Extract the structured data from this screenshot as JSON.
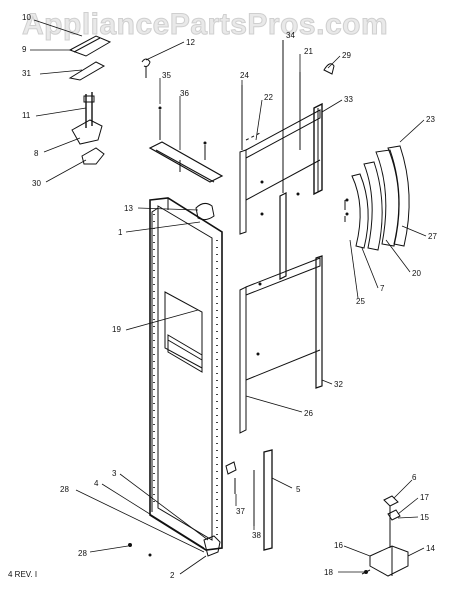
{
  "watermark": "AppliancePartsPros.com",
  "footer_note": "4 REV. I",
  "callouts": {
    "c10": "10",
    "c9": "9",
    "c12": "12",
    "c31": "31",
    "c35": "35",
    "c36": "36",
    "c24": "24",
    "c22": "22",
    "c34": "34",
    "c21": "21",
    "c29": "29",
    "c33": "33",
    "c23": "23",
    "c11": "11",
    "c8": "8",
    "c30": "30",
    "c13": "13",
    "c1": "1",
    "c27": "27",
    "c20": "20",
    "c7": "7",
    "c25": "25",
    "c19": "19",
    "c32": "32",
    "c26": "26",
    "c3": "3",
    "c4": "4",
    "c28": "28",
    "c37": "37",
    "c38": "38",
    "c5": "5",
    "c6": "6",
    "c17": "17",
    "c15": "15",
    "c16": "16",
    "c14": "14",
    "c18": "18",
    "c2": "2",
    "c28b": "28"
  }
}
